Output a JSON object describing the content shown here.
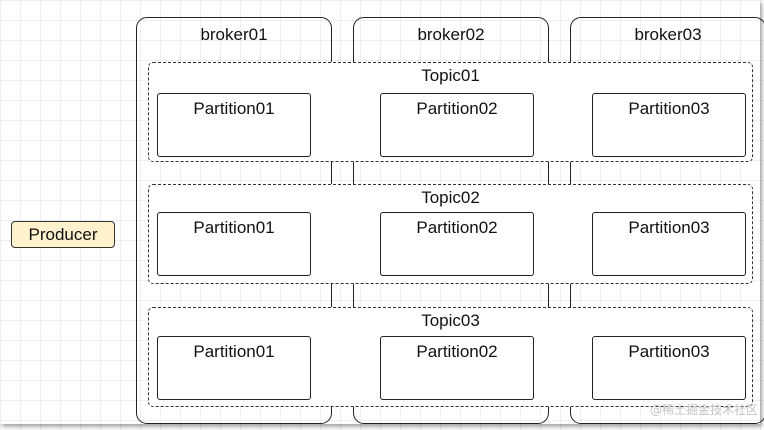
{
  "brokers": [
    {
      "label": "broker01"
    },
    {
      "label": "broker02"
    },
    {
      "label": "broker03"
    }
  ],
  "topics": [
    {
      "label": "Topic01",
      "partitions": [
        "Partition01",
        "Partition02",
        "Partition03"
      ]
    },
    {
      "label": "Topic02",
      "partitions": [
        "Partition01",
        "Partition02",
        "Partition03"
      ]
    },
    {
      "label": "Topic03",
      "partitions": [
        "Partition01",
        "Partition02",
        "Partition03"
      ]
    }
  ],
  "producer": {
    "label": "Producer"
  },
  "watermark": "@稀土掘金技术社区",
  "colors": {
    "producer_fill": "#fff2cc",
    "grid": "#efefef",
    "stroke": "#222222"
  }
}
